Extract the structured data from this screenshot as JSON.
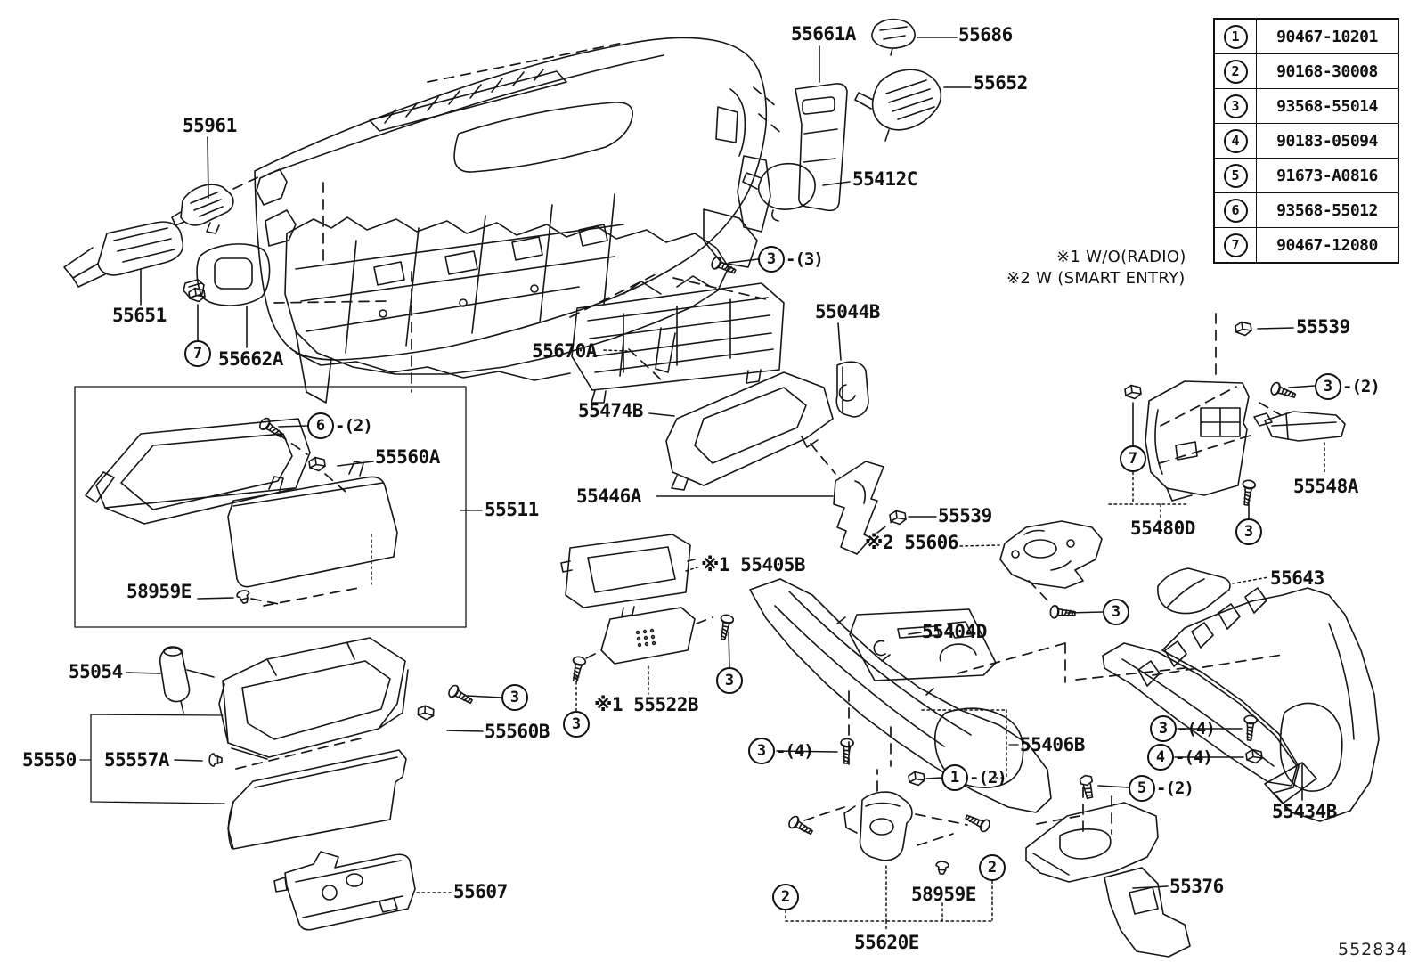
{
  "diagram": {
    "code": "552834",
    "notes": [
      "※1 W/O(RADIO)",
      "※2 W (SMART ENTRY)"
    ]
  },
  "fastener_table": {
    "rows": [
      {
        "ref": "1",
        "part_number": "90467-10201"
      },
      {
        "ref": "2",
        "part_number": "90168-30008"
      },
      {
        "ref": "3",
        "part_number": "93568-55014"
      },
      {
        "ref": "4",
        "part_number": "90183-05094"
      },
      {
        "ref": "5",
        "part_number": "91673-A0816"
      },
      {
        "ref": "6",
        "part_number": "93568-55012"
      },
      {
        "ref": "7",
        "part_number": "90467-12080"
      }
    ]
  },
  "labels": [
    {
      "part": "55961"
    },
    {
      "part": "55651"
    },
    {
      "part": "55662A"
    },
    {
      "part": "55661A"
    },
    {
      "part": "55686"
    },
    {
      "part": "55652"
    },
    {
      "part": "55412C"
    },
    {
      "part": "55670A"
    },
    {
      "part": "55044B"
    },
    {
      "part": "55474B"
    },
    {
      "part": "55560A"
    },
    {
      "part": "55511"
    },
    {
      "part": "55446A"
    },
    {
      "part": "55539"
    },
    {
      "part": "※2 55606"
    },
    {
      "part": "※1 55405B"
    },
    {
      "part": "58959E"
    },
    {
      "part": "55054"
    },
    {
      "part": "※1 55522B"
    },
    {
      "part": "55560B"
    },
    {
      "part": "55550"
    },
    {
      "part": "55557A"
    },
    {
      "part": "55404D"
    },
    {
      "part": "55406B"
    },
    {
      "part": "55643"
    },
    {
      "part": "55539"
    },
    {
      "part": "55548A"
    },
    {
      "part": "55480D"
    },
    {
      "part": "55434B"
    },
    {
      "part": "55607"
    },
    {
      "part": "58959E"
    },
    {
      "part": "55620E"
    },
    {
      "part": "55376"
    }
  ],
  "callouts": [
    {
      "ref": "3",
      "qty": "-(3)"
    },
    {
      "ref": "6",
      "qty": "-(2)"
    },
    {
      "ref": "7",
      "qty": ""
    },
    {
      "ref": "3",
      "qty": ""
    },
    {
      "ref": "3",
      "qty": ""
    },
    {
      "ref": "3",
      "qty": ""
    },
    {
      "ref": "3",
      "qty": "-(4)"
    },
    {
      "ref": "1",
      "qty": "-(2)"
    },
    {
      "ref": "3",
      "qty": "-(2)"
    },
    {
      "ref": "7",
      "qty": ""
    },
    {
      "ref": "3",
      "qty": ""
    },
    {
      "ref": "3",
      "qty": ""
    },
    {
      "ref": "3",
      "qty": "-(4)"
    },
    {
      "ref": "4",
      "qty": "-(4)"
    },
    {
      "ref": "5",
      "qty": "-(2)"
    },
    {
      "ref": "2",
      "qty": ""
    },
    {
      "ref": "2",
      "qty": ""
    }
  ]
}
